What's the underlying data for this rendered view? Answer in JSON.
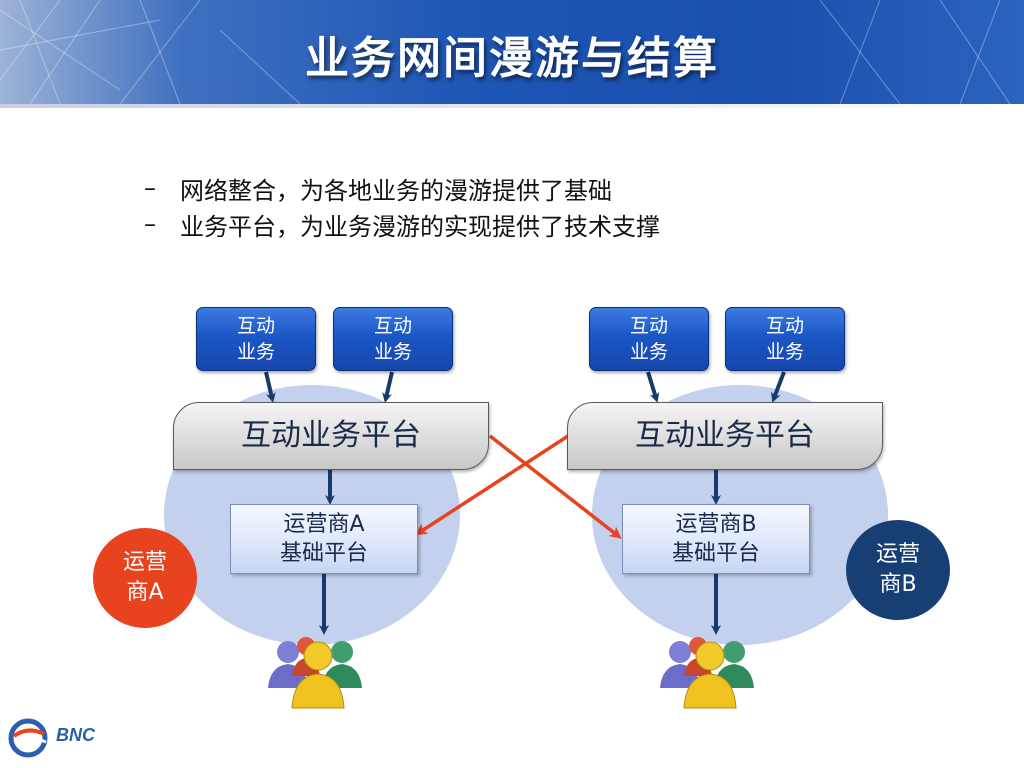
{
  "title": "业务网间漫游与结算",
  "bullets": [
    {
      "dash": "–",
      "text": "网络整合，为各地业务的漫游提供了基础"
    },
    {
      "dash": "–",
      "text": "业务平台，为业务漫游的实现提供了技术支撑"
    }
  ],
  "left": {
    "services": [
      {
        "line1": "互动",
        "line2": "业务"
      },
      {
        "line1": "互动",
        "line2": "业务"
      }
    ],
    "platform": "互动业务平台",
    "base": {
      "line1": "运营商A",
      "line2": "基础平台"
    },
    "operator": {
      "line1": "运营",
      "line2": "商A"
    }
  },
  "right": {
    "services": [
      {
        "line1": "互动",
        "line2": "业务"
      },
      {
        "line1": "互动",
        "line2": "业务"
      }
    ],
    "platform": "互动业务平台",
    "base": {
      "line1": "运营商B",
      "line2": "基础平台"
    },
    "operator": {
      "line1": "运营",
      "line2": "商B"
    }
  },
  "logo": {
    "text": "BNC"
  },
  "colors": {
    "header_blue": "#1f57b6",
    "arrow_dark": "#163a6e",
    "arrow_red": "#e8431f",
    "operator_a": "#e8431f",
    "operator_b": "#173f74",
    "ellipse": "#c4d1ee"
  },
  "icons": {
    "people": "user-group-icon",
    "logo": "bnc-logo-icon"
  }
}
